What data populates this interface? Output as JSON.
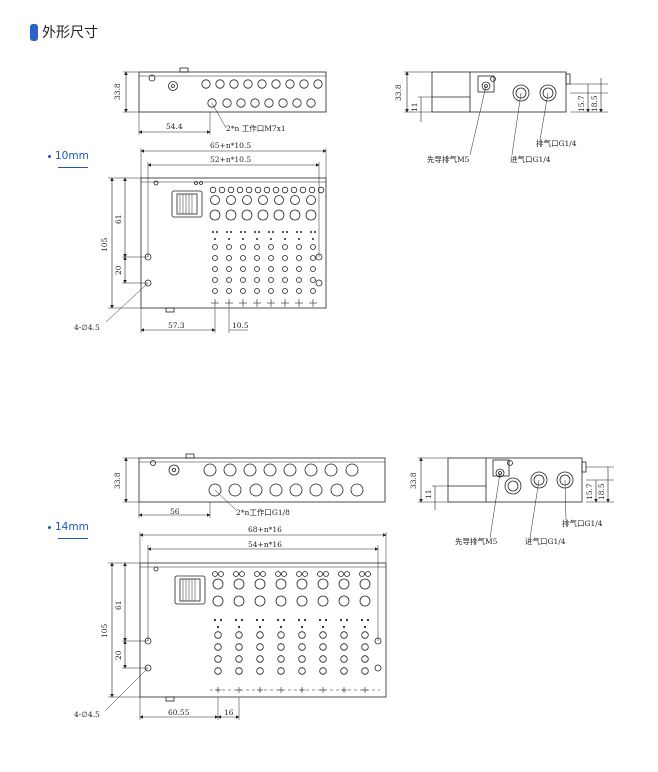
{
  "header": {
    "title": "外形尺寸",
    "accent": "#2a62c9"
  },
  "sections": [
    {
      "label": "10mm",
      "side": {
        "height": "33.8",
        "offset": "54.4",
        "ports_note": "2*n 工作口M7x1"
      },
      "end": {
        "height": "33.8",
        "base": "11",
        "h1": "15.7",
        "h2": "18.5",
        "exhaust": "排气口G1/4",
        "pilot": "先导排气M5",
        "inlet": "进气口G1/4"
      },
      "top": {
        "overall": "65+n*10.5",
        "inner": "52+n*10.5",
        "height": "105",
        "h61": "61",
        "h20": "20",
        "offset": "57.3",
        "pitch": "10.5",
        "holes": "4-∅4.5"
      }
    },
    {
      "label": "14mm",
      "side": {
        "height": "33.8",
        "offset": "56",
        "ports_note": "2*n工作口G1/8"
      },
      "end": {
        "height": "33.8",
        "base": "11",
        "h1": "15.7",
        "h2": "18.5",
        "exhaust": "排气口G1/4",
        "pilot": "先导排气M5",
        "inlet": "进气口G1/4"
      },
      "top": {
        "overall": "68+n*16",
        "inner": "54+n*16",
        "height": "105",
        "h61": "61",
        "h20": "20",
        "offset": "60.55",
        "pitch": "16",
        "holes": "4-∅4.5"
      }
    }
  ]
}
